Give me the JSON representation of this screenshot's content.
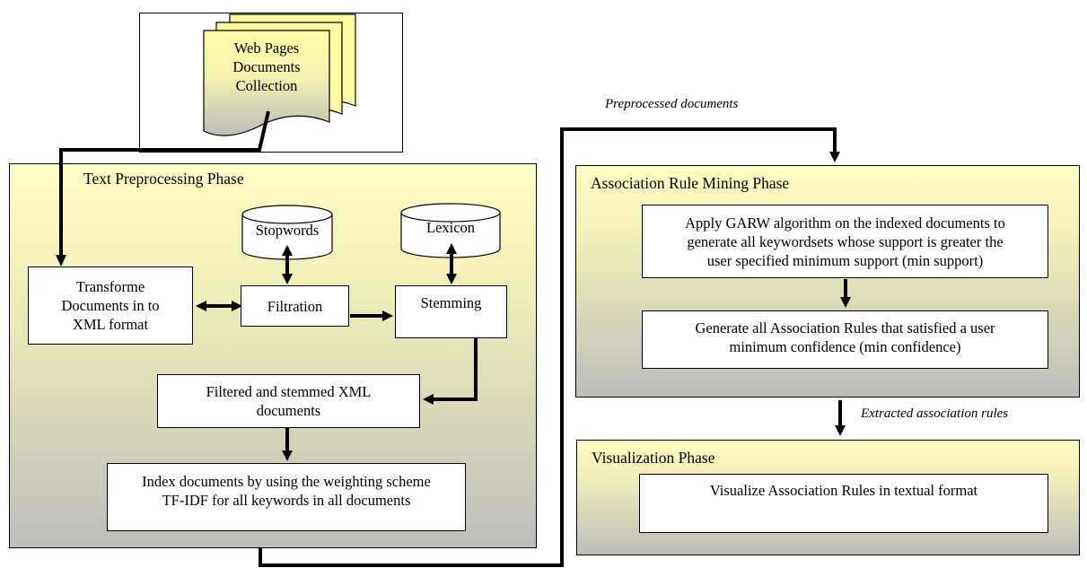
{
  "source": {
    "lines": [
      "Web Pages",
      "Documents",
      "Collection"
    ]
  },
  "labels": {
    "preprocessed_documents": "Preprocessed documents",
    "extracted_association_rules": "Extracted association rules"
  },
  "phases": {
    "text_preprocessing": {
      "title": "Text Preprocessing Phase",
      "stopwords": "Stopwords",
      "lexicon": "Lexicon",
      "transform": [
        "Transforme",
        "Documents in to",
        "XML format"
      ],
      "filtration": "Filtration",
      "stemming": "Stemming",
      "filtered": [
        "Filtered and stemmed XML",
        "documents"
      ],
      "index": [
        "Index documents by using the weighting scheme",
        "TF-IDF for all keywords in all documents"
      ]
    },
    "association_rule_mining": {
      "title": "Association Rule Mining Phase",
      "apply": [
        "Apply GARW algorithm on the indexed documents to",
        "generate all keywordsets whose support is greater the",
        "user specified minimum support (min support)"
      ],
      "generate": [
        "Generate all Association Rules that satisfied a user",
        "minimum confidence (min confidence)"
      ]
    },
    "visualization": {
      "title": "Visualization Phase",
      "visualize": "Visualize Association Rules in textual format"
    }
  }
}
